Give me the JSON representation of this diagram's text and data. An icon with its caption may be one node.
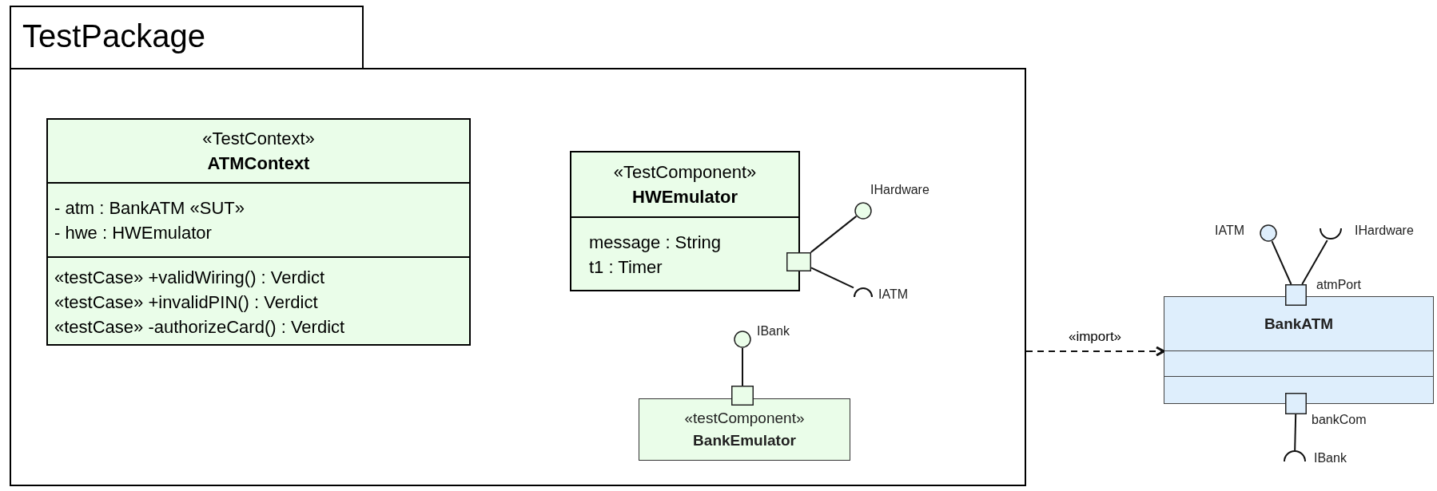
{
  "diagram": {
    "nodes": [
      {
        "text": [
          "TestPackage"
        ]
      },
      {
        "text": [
          "«TestContext»",
          "ATMContext",
          "- atm : BankATM «SUT»",
          "- hwe : HWEmulator",
          "«testCase» +validWiring() : Verdict",
          "«testCase» +invalidPIN() : Verdict",
          "«testCase» -authorizeCard() : Verdict"
        ],
        "in": 0
      },
      {
        "text": [
          "«TestComponent»",
          "HWEmulator",
          "message : String",
          "t1 : Timer"
        ],
        "in": 0
      },
      {
        "text": [],
        "shape": "box",
        "in": 0
      },
      {
        "text": [],
        "shape": "circle",
        "in": 0,
        "beside": [
          "IHardware"
        ]
      },
      {
        "text": [],
        "shape": "arc",
        "in": 0,
        "beside": [
          "IATM"
        ]
      },
      {
        "text": [],
        "shape": "circle",
        "in": 0,
        "beside": [
          "IBank"
        ]
      },
      {
        "text": [],
        "shape": "box",
        "in": 0
      },
      {
        "text": [
          "«testComponent»",
          "BankEmulator"
        ],
        "in": 0
      },
      {
        "text": [
          "BankATM"
        ]
      },
      {
        "text": [],
        "shape": "circle",
        "beside": [
          "IATM"
        ]
      },
      {
        "text": [],
        "shape": "arc",
        "beside": [
          "IHardware"
        ]
      },
      {
        "text": [],
        "shape": "box",
        "beside": [
          "atmPort"
        ]
      },
      {
        "text": [],
        "shape": "box",
        "beside": [
          "bankCom"
        ]
      },
      {
        "text": [],
        "shape": "arc",
        "beside": [
          "IBank"
        ]
      }
    ],
    "edges": [
      {
        "from": 3,
        "to": 4,
        "arrow": "none"
      },
      {
        "from": 3,
        "to": 5,
        "arrow": "none"
      },
      {
        "from": 7,
        "to": 6,
        "arrow": "none"
      },
      {
        "from": 0,
        "to": 9,
        "arrow": "to",
        "label": "«import»",
        "style": "dashed"
      },
      {
        "from": 12,
        "to": 10,
        "arrow": "none"
      },
      {
        "from": 12,
        "to": 11,
        "arrow": "none"
      },
      {
        "from": 13,
        "to": 14,
        "arrow": "none"
      }
    ]
  }
}
